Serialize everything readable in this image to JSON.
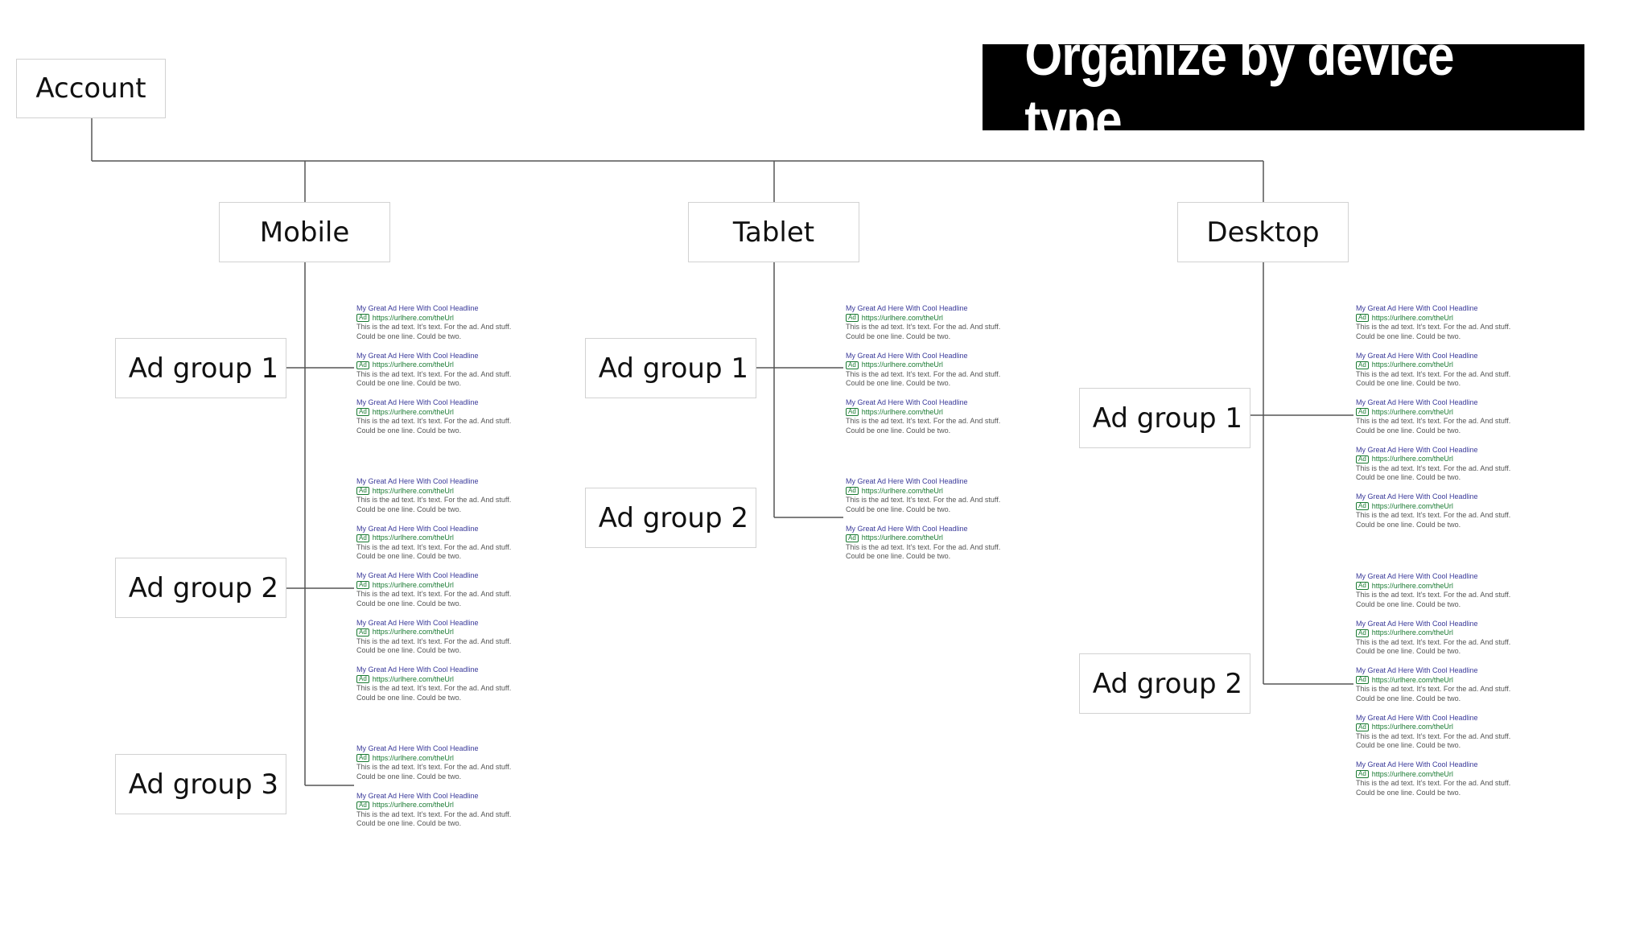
{
  "title": "Organize by device type",
  "account_label": "Account",
  "devices": [
    {
      "label": "Mobile",
      "ad_groups": [
        {
          "label": "Ad group 1",
          "ad_count": 3
        },
        {
          "label": "Ad group 2",
          "ad_count": 5
        },
        {
          "label": "Ad group 3",
          "ad_count": 2
        }
      ]
    },
    {
      "label": "Tablet",
      "ad_groups": [
        {
          "label": "Ad group 1",
          "ad_count": 3
        },
        {
          "label": "Ad group 2",
          "ad_count": 2
        }
      ]
    },
    {
      "label": "Desktop",
      "ad_groups": [
        {
          "label": "Ad group 1",
          "ad_count": 5
        },
        {
          "label": "Ad group 2",
          "ad_count": 5
        }
      ]
    }
  ],
  "ad": {
    "headline": "My Great Ad Here With Cool Headline",
    "badge": "Ad",
    "url": "https://urlhere.com/theUrl",
    "text_line1": "This is the ad text. It’s text. For the ad. And stuff.",
    "text_line2": "Could be one line. Could be two."
  },
  "colors": {
    "title_bg": "#000000",
    "title_fg": "#ffffff",
    "url_green": "#1a7a32",
    "line": "#555555",
    "box_border": "#d2d2d2"
  }
}
